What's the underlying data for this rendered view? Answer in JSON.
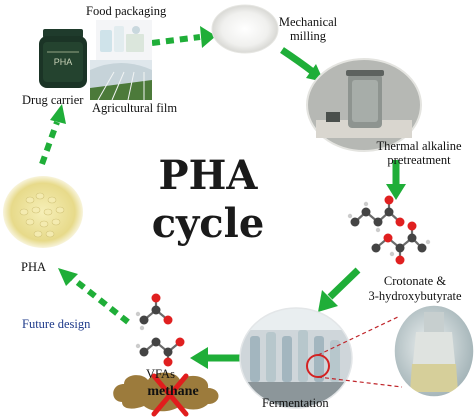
{
  "title": {
    "line1": "PHA",
    "line2": "cycle"
  },
  "labels": {
    "food_packaging": "Food packaging",
    "mechanical_milling_1": "Mechanical",
    "mechanical_milling_2": "milling",
    "drug_carrier": "Drug carrier",
    "agricultural_film": "Agricultural film",
    "thermal_1": "Thermal alkaline",
    "thermal_2": "pretreatment",
    "crotonate_1": "Crotonate &",
    "crotonate_2": "3-hydroxybutyrate",
    "pha": "PHA",
    "future_design": "Future design",
    "vfas": "VFAs",
    "methane": "methane",
    "fermentation": "Fermentation"
  },
  "bottle_label": "PHA",
  "colors": {
    "arrow_green": "#1fae38",
    "future_blue": "#1e3a8a",
    "methane_cross": "#e11d1d",
    "methane_cloud": "#9c7b3c",
    "dash_red": "#c0262b"
  }
}
